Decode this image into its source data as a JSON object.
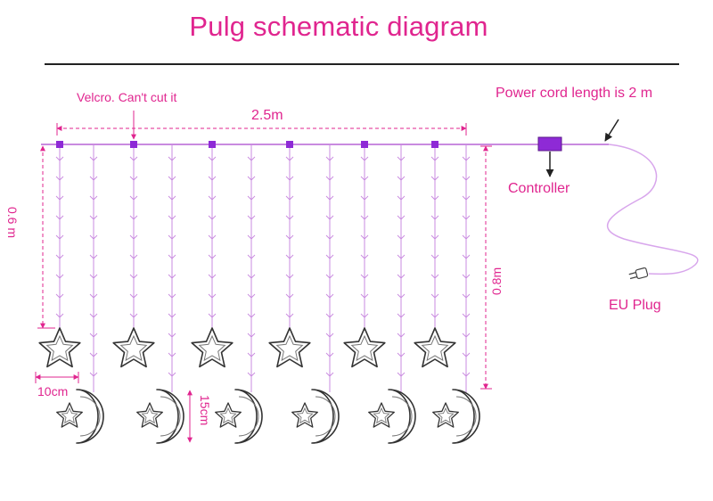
{
  "title": "Pulg schematic diagram",
  "labels": {
    "velcro": "Velcro. Can't cut it",
    "width": "2.5m",
    "power_cord": "Power cord length is 2 m",
    "controller": "Controller",
    "short_drop": "0.6 m",
    "long_drop": "0.8m",
    "plug": "EU Plug",
    "ornament_width": "10cm",
    "ornament_height": "15cm"
  },
  "colors": {
    "accent": "#e0258f",
    "wire": "#c98be0",
    "cable": "#d8a6ec",
    "clip": "#8e2ad6",
    "outline": "#333333",
    "ornament": "#777777",
    "rule": "#222222"
  },
  "icons": {
    "star": "star-icon",
    "moon": "crescent-moon-icon",
    "plug": "plug-icon",
    "clip": "velcro-clip-icon",
    "controller": "controller-box-icon"
  }
}
